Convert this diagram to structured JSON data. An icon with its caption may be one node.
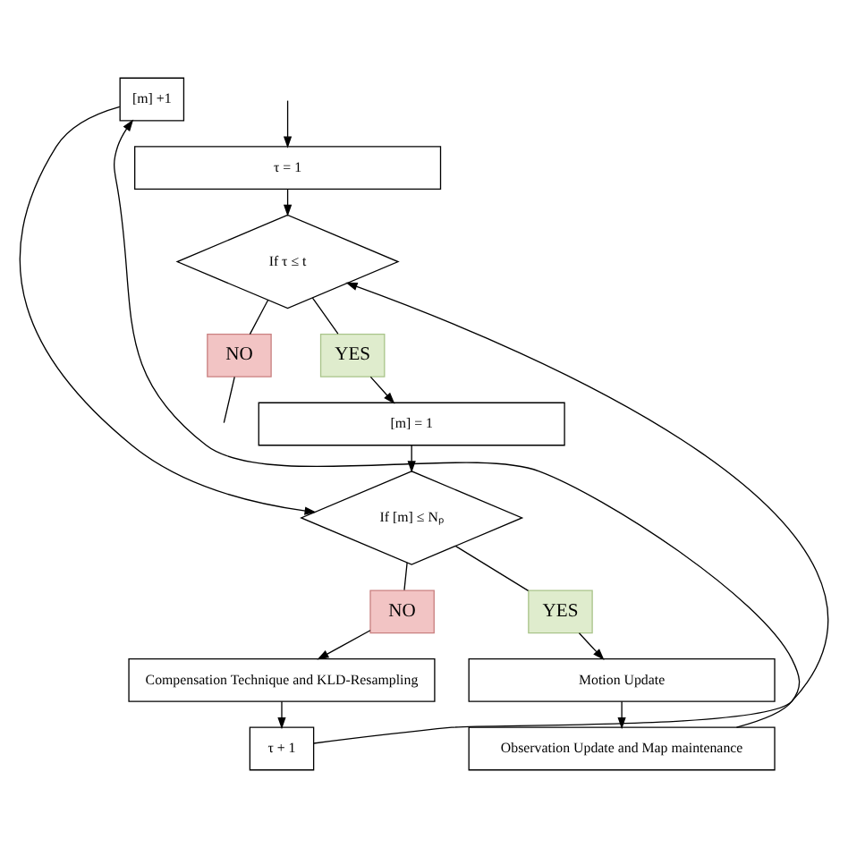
{
  "diagram": {
    "nodes": [
      {
        "text": [
          "τ = 1"
        ]
      },
      {
        "text": [
          "If τ ≤ t"
        ]
      },
      {
        "text": [
          "NO"
        ]
      },
      {
        "text": [
          "YES"
        ]
      },
      {
        "text": [
          "[m] = 1"
        ]
      },
      {
        "text": [
          "If [m] ≤ Nₚ"
        ]
      },
      {
        "text": [
          "NO"
        ]
      },
      {
        "text": [
          "YES"
        ]
      },
      {
        "text": [
          "[m] +1"
        ]
      },
      {
        "text": [
          "Motion Update"
        ]
      },
      {
        "text": [
          "Observation Update and Map maintenance"
        ]
      },
      {
        "text": [
          "Compensation Technique and KLD-Resampling"
        ]
      },
      {
        "text": [
          "τ + 1"
        ]
      }
    ],
    "edges": [
      {
        "from": null,
        "to": 0,
        "arrow": "to"
      },
      {
        "from": 0,
        "to": 1,
        "arrow": "to"
      },
      {
        "from": 1,
        "to": 2,
        "arrow": "none"
      },
      {
        "from": 2,
        "to": null,
        "arrow": "none"
      },
      {
        "from": 1,
        "to": 3,
        "arrow": "none"
      },
      {
        "from": 3,
        "to": 4,
        "arrow": "to"
      },
      {
        "from": 4,
        "to": 5,
        "arrow": "to"
      },
      {
        "from": 5,
        "to": 6,
        "arrow": "none"
      },
      {
        "from": 6,
        "to": 11,
        "arrow": "to"
      },
      {
        "from": 5,
        "to": 7,
        "arrow": "none"
      },
      {
        "from": 7,
        "to": 9,
        "arrow": "to"
      },
      {
        "from": 9,
        "to": 10,
        "arrow": "to"
      },
      {
        "from": 10,
        "to": 8,
        "arrow": "to"
      },
      {
        "from": 8,
        "to": 5,
        "arrow": "to"
      },
      {
        "from": 11,
        "to": 12,
        "arrow": "to"
      },
      {
        "from": 12,
        "to": 1,
        "arrow": "to"
      }
    ]
  }
}
